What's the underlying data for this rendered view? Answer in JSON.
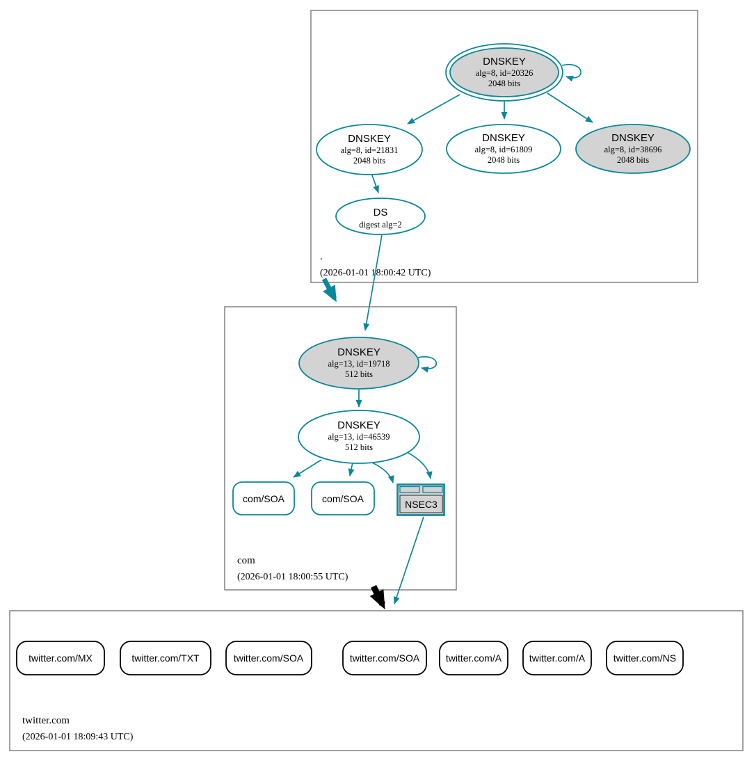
{
  "diagram_type": "dnssec-authentication-chain",
  "colors": {
    "secure_teal": "#0a879a",
    "node_gray_fill": "#d3d3d3",
    "insecure_black": "#000000",
    "zone_box_border": "#6e6e6e"
  },
  "zones": [
    {
      "name": ".",
      "timestamp": "(2026-01-01 18:00:42 UTC)",
      "ksk": {
        "title": "DNSKEY",
        "attrs": "alg=8, id=20326",
        "bits": "2048 bits"
      },
      "keys": [
        {
          "title": "DNSKEY",
          "attrs": "alg=8, id=21831",
          "bits": "2048 bits"
        },
        {
          "title": "DNSKEY",
          "attrs": "alg=8, id=61809",
          "bits": "2048 bits"
        },
        {
          "title": "DNSKEY",
          "attrs": "alg=8, id=38696",
          "bits": "2048 bits"
        }
      ],
      "ds": {
        "title": "DS",
        "attrs": "digest alg=2"
      }
    },
    {
      "name": "com",
      "timestamp": "(2026-01-01 18:00:55 UTC)",
      "ksk": {
        "title": "DNSKEY",
        "attrs": "alg=13, id=19718",
        "bits": "512 bits"
      },
      "zsk": {
        "title": "DNSKEY",
        "attrs": "alg=13, id=46539",
        "bits": "512 bits"
      },
      "rrsets": [
        {
          "label": "com/SOA"
        },
        {
          "label": "com/SOA"
        }
      ],
      "nsec3": {
        "label": "NSEC3"
      }
    },
    {
      "name": "twitter.com",
      "timestamp": "(2026-01-01 18:09:43 UTC)",
      "rrsets": [
        {
          "label": "twitter.com/MX"
        },
        {
          "label": "twitter.com/TXT"
        },
        {
          "label": "twitter.com/SOA"
        },
        {
          "label": "twitter.com/SOA"
        },
        {
          "label": "twitter.com/A"
        },
        {
          "label": "twitter.com/A"
        },
        {
          "label": "twitter.com/NS"
        }
      ]
    }
  ]
}
